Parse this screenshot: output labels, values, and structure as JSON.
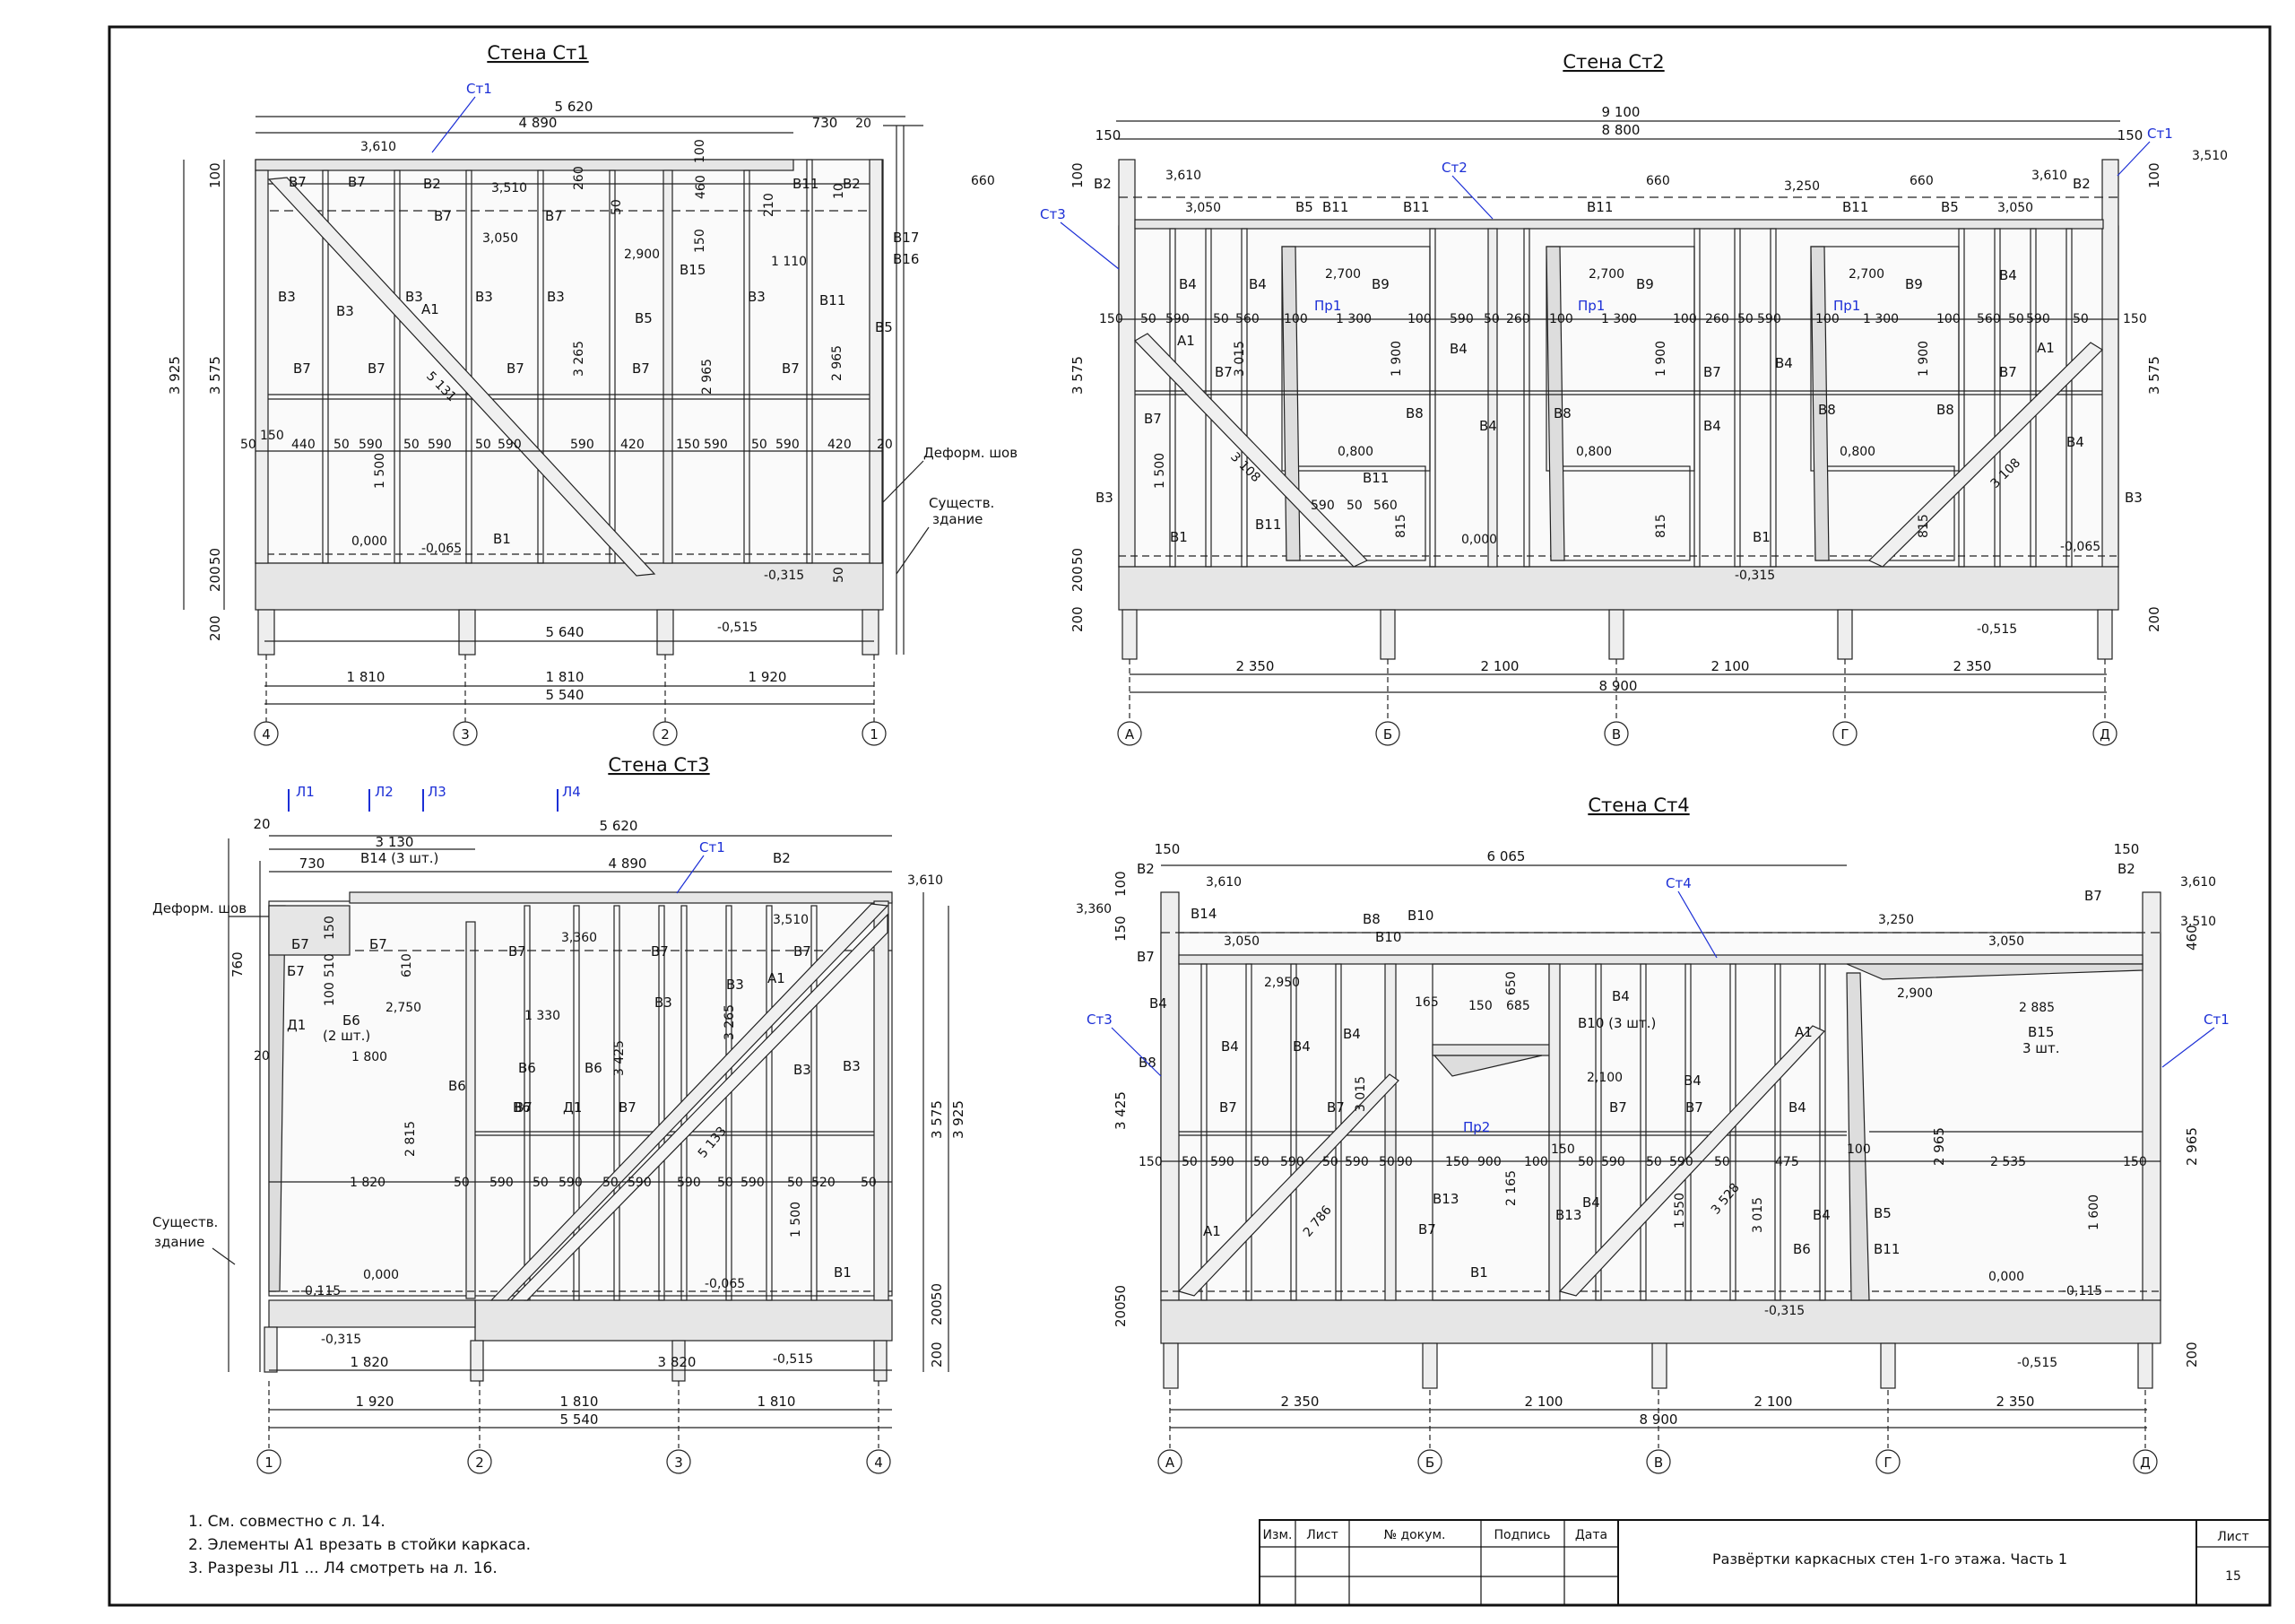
{
  "sheet": {
    "notes": [
      "1. См. совместно с л. 14.",
      "2. Элементы А1 врезать в стойки каркаса.",
      "3. Разрезы Л1 ... Л4 смотреть на л. 16."
    ]
  },
  "title_block": {
    "headers": [
      "Изм.",
      "Лист",
      "№ докум.",
      "Подпись",
      "Дата"
    ],
    "title": "Развёртки каркасных стен 1-го этажа. Часть 1",
    "sheet_label": "Лист",
    "sheet_number": "15"
  },
  "walls": {
    "st1": {
      "title": "Стена Ст1",
      "axes": [
        "4",
        "3",
        "2",
        "1"
      ],
      "axis_spans": [
        "1 810",
        "1 810",
        "1 920"
      ],
      "overall": "5 540",
      "top_dims": [
        "5 620",
        "4 890",
        "730",
        "20"
      ],
      "bottom_length": "5 640",
      "vertical_dims": [
        "3 925",
        "3 575",
        "100",
        "200",
        "50",
        "200"
      ],
      "levels": [
        "3,610",
        "3,510",
        "3,050",
        "2,900",
        "0,000",
        "-0,065",
        "-0,315",
        "-0,515"
      ],
      "spacing": [
        "50",
        "150",
        "440",
        "50",
        "590",
        "50",
        "590",
        "50",
        "590",
        "590",
        "420",
        "150",
        "590",
        "50",
        "590",
        "420",
        "20"
      ],
      "marks": [
        "B7",
        "B7",
        "B2",
        "B7",
        "B7",
        "B11",
        "B2",
        "B3",
        "B3",
        "B3",
        "B3",
        "B3",
        "B3",
        "B11",
        "B5",
        "B5",
        "B7",
        "B7",
        "B7",
        "B7",
        "B7",
        "B17",
        "B16",
        "B15",
        "B1",
        "A1",
        "Ст1"
      ],
      "inner_dims": [
        "1 500",
        "3 265",
        "2 965",
        "2 965",
        "5 131",
        "1 110",
        "150",
        "210",
        "260",
        "460",
        "100",
        "50",
        "10",
        "50"
      ],
      "labels": [
        "Деформ. шов",
        "Существ.",
        "здание"
      ]
    },
    "st2": {
      "title": "Стена Ст2",
      "axes": [
        "А",
        "Б",
        "В",
        "Г",
        "Д"
      ],
      "axis_spans": [
        "2 350",
        "2 100",
        "2 100",
        "2 350"
      ],
      "overall": "8 900",
      "top_dims": [
        "9 100",
        "8 800",
        "150",
        "150"
      ],
      "vertical_dims": [
        "3 575",
        "3 575",
        "100",
        "200",
        "50",
        "200",
        "100",
        "200"
      ],
      "levels": [
        "3,610",
        "3,510",
        "3,050",
        "3,250",
        "3,610",
        "3,050",
        "2,700",
        "2,700",
        "2,700",
        "0,800",
        "0,800",
        "0,800",
        "0,000",
        "-0,065",
        "-0,315",
        "-0,515"
      ],
      "spacing": [
        "150",
        "50",
        "590",
        "50",
        "560",
        "100",
        "1 300",
        "100",
        "590",
        "50",
        "260",
        "100",
        "1 300",
        "100",
        "260",
        "50",
        "590",
        "100",
        "1 300",
        "100",
        "560",
        "50",
        "590",
        "50",
        "150"
      ],
      "marks": [
        "B2",
        "B2",
        "B4",
        "B4",
        "B4",
        "B4",
        "B4",
        "B4",
        "B4",
        "B4",
        "B5",
        "B5",
        "B11",
        "B11",
        "B11",
        "B11",
        "B11",
        "B11",
        "B9",
        "B9",
        "B9",
        "B8",
        "B8",
        "B8",
        "B8",
        "B7",
        "B7",
        "B7",
        "B7",
        "B3",
        "B3",
        "B1",
        "B1",
        "A1",
        "A1",
        "Пр1",
        "Пр1",
        "Пр1",
        "Ст1",
        "Ст2",
        "Ст3"
      ],
      "inner_dims": [
        "660",
        "660",
        "660",
        "1 900",
        "1 900",
        "1 900",
        "1 500",
        "3 015",
        "3 108",
        "3 108",
        "560",
        "590",
        "50",
        "815",
        "815",
        "815"
      ]
    },
    "st3": {
      "title": "Стена Ст3",
      "axes": [
        "1",
        "2",
        "3",
        "4"
      ],
      "axis_spans": [
        "1 920",
        "1 810",
        "1 810"
      ],
      "overall": "5 540",
      "top_dims": [
        "5 620",
        "3 130",
        "4 890",
        "730",
        "20"
      ],
      "bottom_dims": [
        "1 820",
        "3 820"
      ],
      "vertical_dims": [
        "3 575",
        "3 925",
        "760",
        "200",
        "50",
        "200"
      ],
      "levels": [
        "3,610",
        "3,510",
        "3,360",
        "2,750",
        "0,000",
        "-0,065",
        "-0,115",
        "-0,315",
        "-0,515"
      ],
      "spacing": [
        "1 820",
        "50",
        "590",
        "50",
        "590",
        "50",
        "590",
        "590",
        "50",
        "590",
        "50",
        "520",
        "50"
      ],
      "marks": [
        "B14 (3 шт.)",
        "B2",
        "Б7",
        "Б7",
        "Б7",
        "Б6",
        "(2 шт.)",
        "Д1",
        "B6",
        "B6",
        "B6",
        "B6",
        "B7",
        "B7",
        "B7",
        "B7",
        "B7",
        "B3",
        "B3",
        "B3",
        "B3",
        "B1",
        "A1",
        "Ст1"
      ],
      "inner_dims": [
        "1 330",
        "1 800",
        "2 815",
        "3 425",
        "3 265",
        "5 133",
        "1 500",
        "610",
        "150",
        "510",
        "100",
        "20"
      ],
      "sections": [
        "Л1",
        "Л2",
        "Л3",
        "Л4"
      ],
      "labels": [
        "Деформ. шов",
        "Существ.",
        "здание"
      ]
    },
    "st4": {
      "title": "Стена Ст4",
      "axes": [
        "А",
        "Б",
        "В",
        "Г",
        "Д"
      ],
      "axis_spans": [
        "2 350",
        "2 100",
        "2 100",
        "2 350"
      ],
      "overall": "8 900",
      "top_dims": [
        "6 065",
        "150",
        "150"
      ],
      "vertical_dims": [
        "3 425",
        "2 965",
        "2 965",
        "100",
        "150",
        "460",
        "200",
        "50",
        "200"
      ],
      "levels": [
        "3,610",
        "3,360",
        "3,050",
        "3,250",
        "3,610",
        "3,510",
        "3,050",
        "2,950",
        "2,900",
        "2,100",
        "0,000",
        "-0,115",
        "-0,315",
        "-0,515"
      ],
      "spacing": [
        "150",
        "50",
        "590",
        "50",
        "590",
        "50",
        "590",
        "50",
        "90",
        "150",
        "900",
        "100",
        "150",
        "50",
        "590",
        "50",
        "590",
        "50",
        "475",
        "100",
        "2 535",
        "150"
      ],
      "marks": [
        "B2",
        "B2",
        "B14",
        "B7",
        "B7",
        "B7",
        "B7",
        "B7",
        "B7",
        "B4",
        "B4",
        "B4",
        "B4",
        "B4",
        "B4",
        "B4",
        "B4",
        "B4",
        "B6",
        "B8",
        "B8",
        "B11",
        "B10",
        "B10 (3 шт.)",
        "B13",
        "B13",
        "B5",
        "B1",
        "B15",
        "3 шт.",
        "A1",
        "A1",
        "Пр2",
        "Ст1",
        "Ст3",
        "Ст4"
      ],
      "inner_dims": [
        "2 885",
        "2 165",
        "3 015",
        "3 015",
        "3 528",
        "2 786",
        "1 550",
        "1 600",
        "165",
        "150",
        "685",
        "650"
      ]
    }
  }
}
